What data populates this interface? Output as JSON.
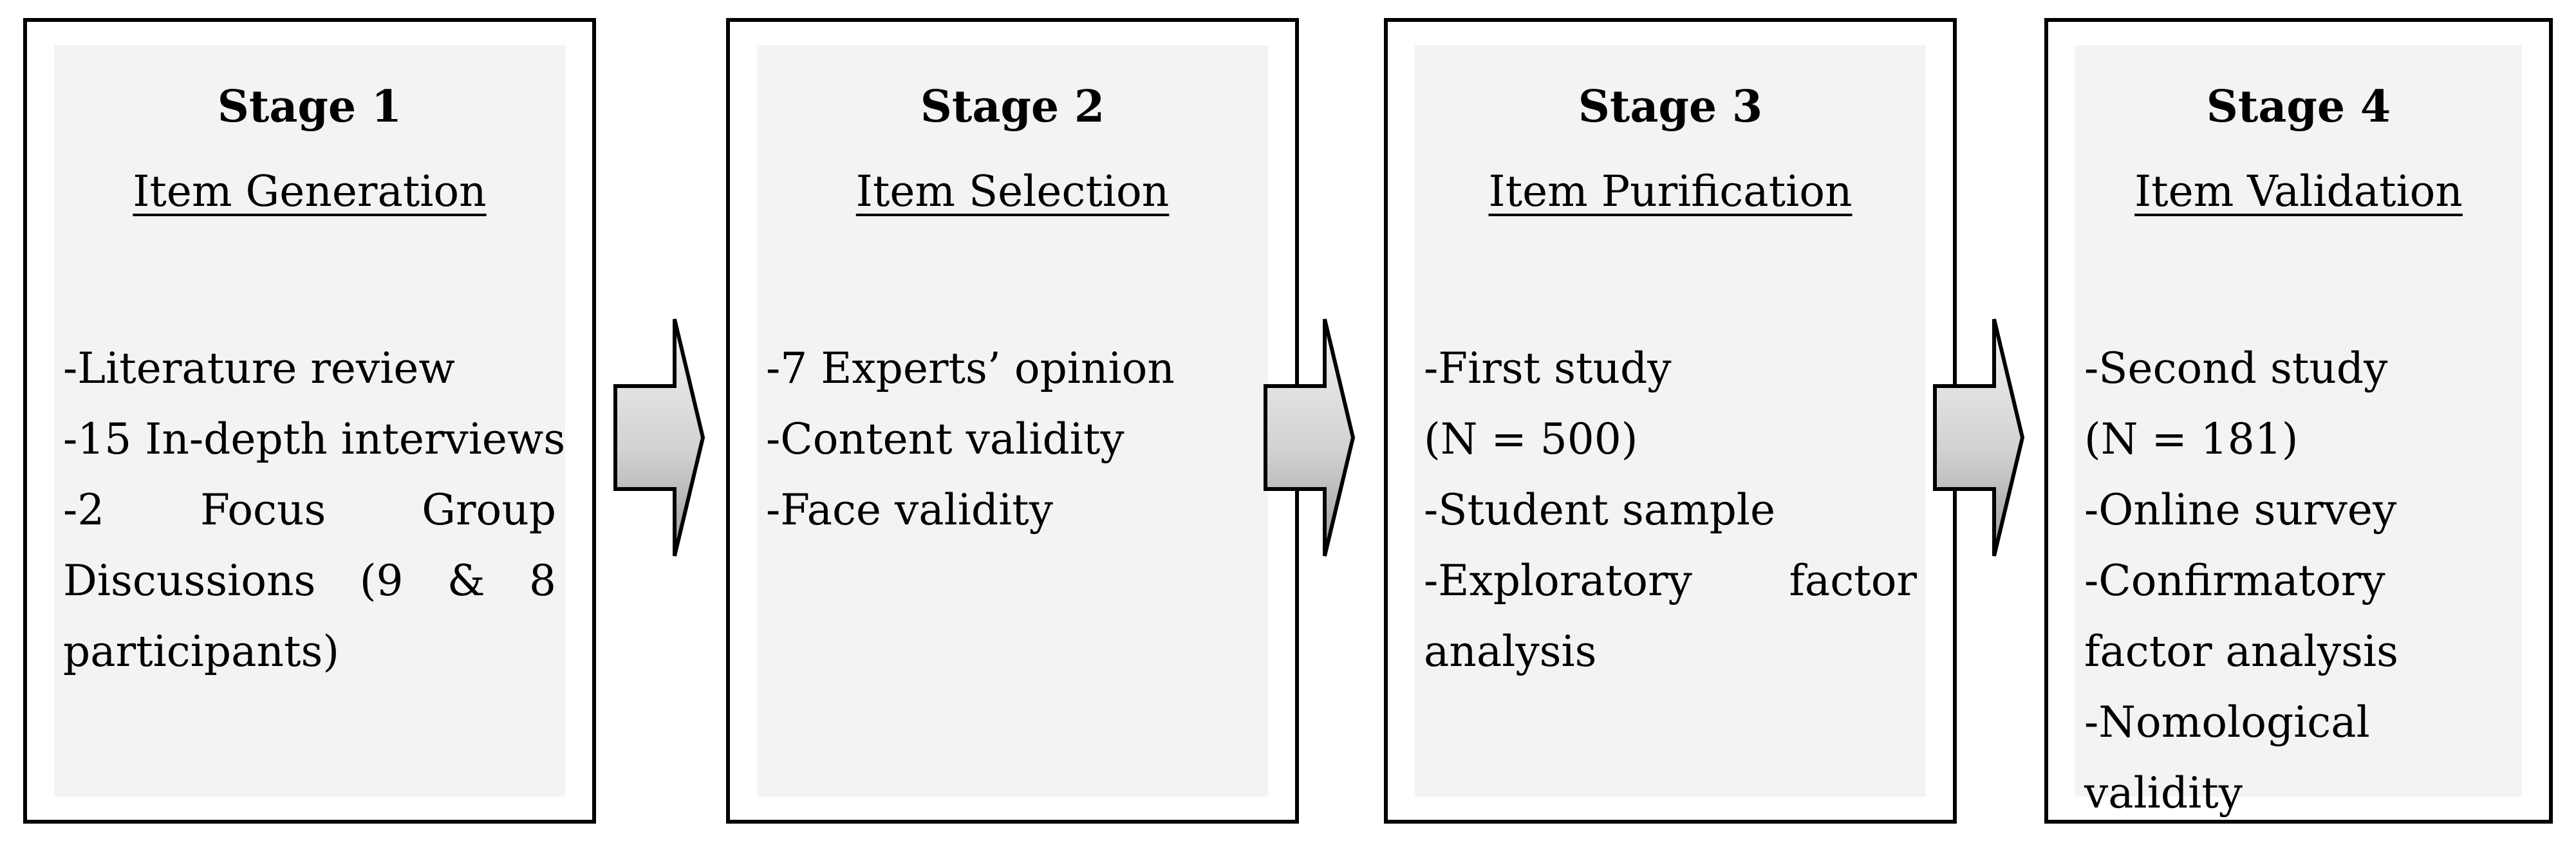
{
  "stages": [
    {
      "title": "Stage 1",
      "subtitle": "Item Generation",
      "items": [
        "-Literature review",
        "-15 In-depth interviews",
        "-2 Focus Group Discussions (9 & 8 participants)"
      ]
    },
    {
      "title": "Stage 2",
      "subtitle": "Item Selection",
      "items": [
        "-7 Experts’ opinion",
        "-Content validity",
        "-Face validity"
      ]
    },
    {
      "title": "Stage 3",
      "subtitle": "Item Purification",
      "items": [
        "-First study",
        "(N = 500)",
        "-Student sample",
        "-Exploratory factor analysis"
      ]
    },
    {
      "title": "Stage 4",
      "subtitle": "Item Validation",
      "items": [
        "-Second study",
        "(N = 181)",
        "-Online survey",
        "-Confirmatory factor analysis",
        "-Nomological validity"
      ]
    }
  ],
  "colors": {
    "border": "#000000",
    "panel_fill": "#f3f3f3",
    "arrow_gradient": [
      "#f4f4f4",
      "#cfcfcf",
      "#9a9a9a"
    ]
  },
  "icons": {
    "connector": "right-arrow-icon"
  }
}
